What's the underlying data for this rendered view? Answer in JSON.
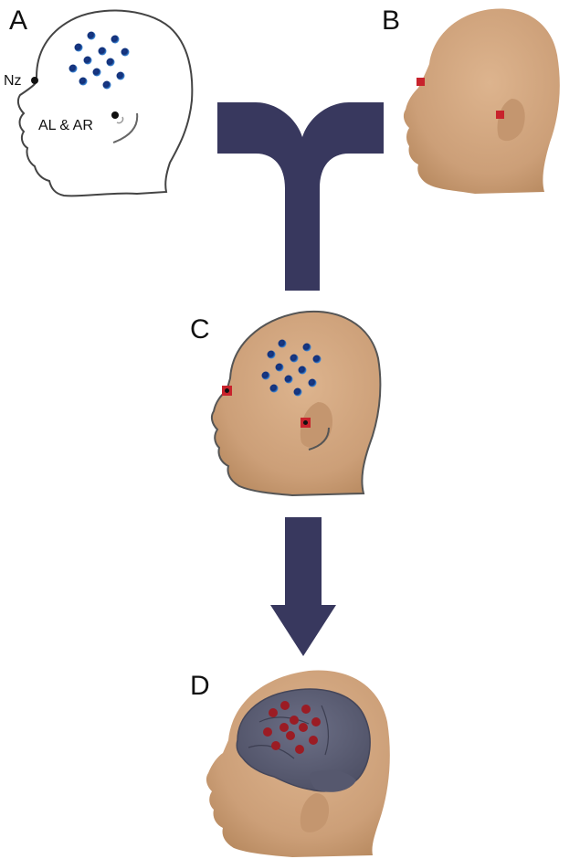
{
  "panels": {
    "a": {
      "letter": "A"
    },
    "b": {
      "letter": "B"
    },
    "c": {
      "letter": "C"
    },
    "d": {
      "letter": "D"
    }
  },
  "landmarks": {
    "nasion": "Nz",
    "preauricular": "AL & AR"
  },
  "colors": {
    "skin": "#d0a57f",
    "skin_shade": "#b98a63",
    "outline": "#555555",
    "arrow": "#38385e",
    "electrode_blue": "#1f5fbf",
    "electrode_dark": "#0d2a66",
    "marker_red": "#c8232c",
    "brain": "#5d5f75",
    "cortex_dot": "#9b1c24"
  }
}
